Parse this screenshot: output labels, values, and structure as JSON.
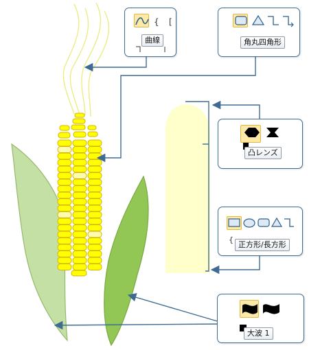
{
  "callouts": {
    "curve": {
      "tooltip": "曲線",
      "icon": "curve-icon"
    },
    "rounded_rectangle": {
      "tooltip": "角丸四角形",
      "icon": "rounded-rectangle-icon"
    },
    "convex_lens": {
      "tooltip": "凸レンズ",
      "icon": "flowchart-convex-lens-icon"
    },
    "rectangle": {
      "tooltip": "正方形/長方形",
      "icon": "rectangle-icon"
    },
    "double_wave": {
      "tooltip": "大波 1",
      "icon": "wave-icon"
    }
  },
  "colors": {
    "callout_border": "#3f6b93",
    "arrow": "#3f6b93",
    "kernel_fill": "#ffff00",
    "kernel_outline": "#d4b300",
    "husk_light": "#c5e0a5",
    "husk_dark": "#92c755",
    "cob_shape": "#ffffcc",
    "silk": "#ecec86"
  }
}
